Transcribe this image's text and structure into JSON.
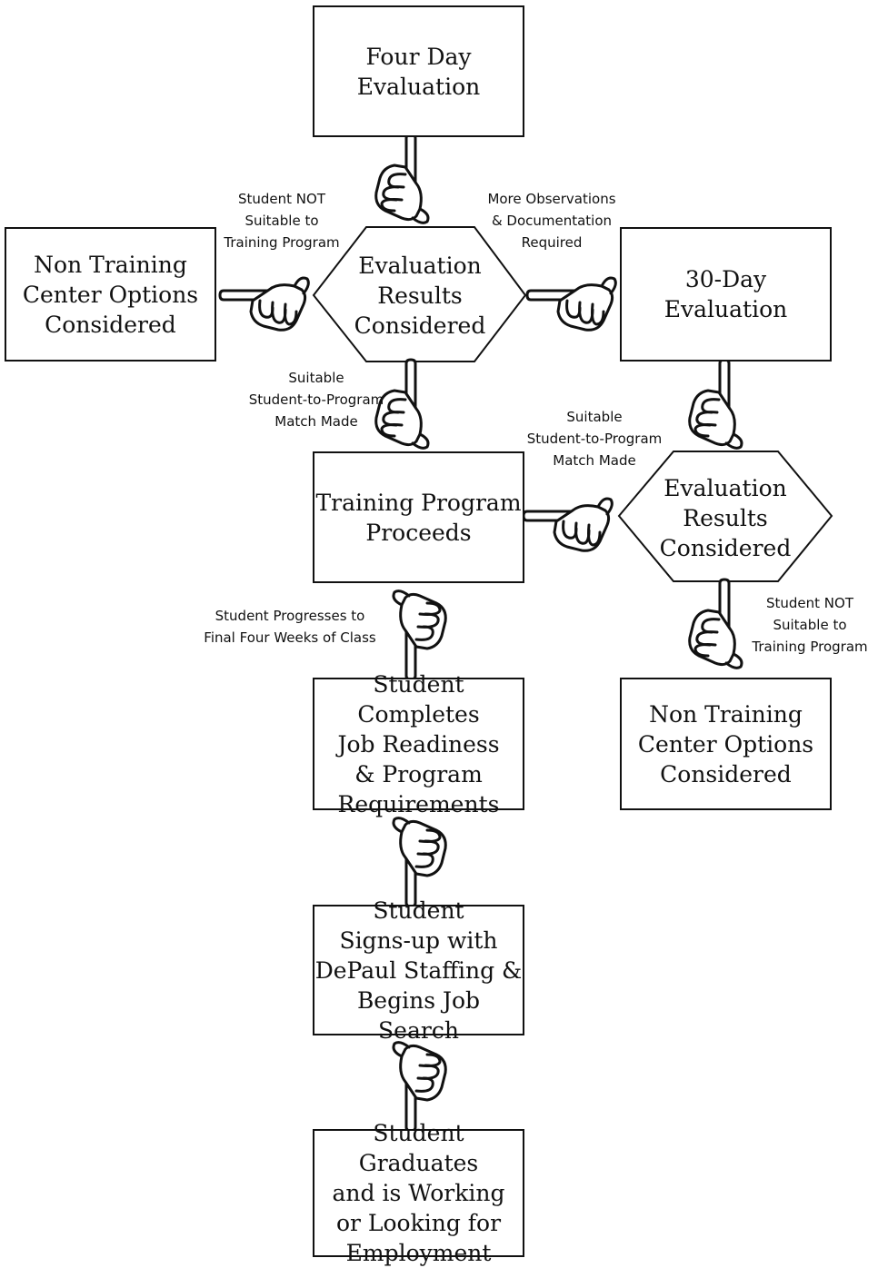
{
  "nodes": {
    "four_day": "Four Day\nEvaluation",
    "eval_results_1": "Evaluation\nResults\nConsidered",
    "non_training_1": "Non Training\nCenter Options\nConsidered",
    "thirty_day": "30-Day\nEvaluation",
    "training_proceeds": "Training Program\nProceeds",
    "eval_results_2": "Evaluation\nResults\nConsidered",
    "non_training_2": "Non Training\nCenter Options\nConsidered",
    "completes": "Student Completes\nJob Readiness\n& Program\nRequirements",
    "signs_up": "Student\nSigns-up with\nDePaul Staffing &\nBegins Job Search",
    "graduates": "Student Graduates\nand is Working\nor Looking for\nEmployment"
  },
  "labels": {
    "not_suitable_1": "Student NOT\nSuitable to\nTraining Program",
    "more_obs": "More Observations\n& Documentation\nRequired",
    "suitable_1": "Suitable\nStudent-to-Program\nMatch Made",
    "suitable_2": "Suitable\nStudent-to-Program\nMatch Made",
    "progresses": "Student Progresses to\nFinal Four Weeks of Class",
    "not_suitable_2": "Student NOT\nSuitable to\nTraining Program"
  }
}
